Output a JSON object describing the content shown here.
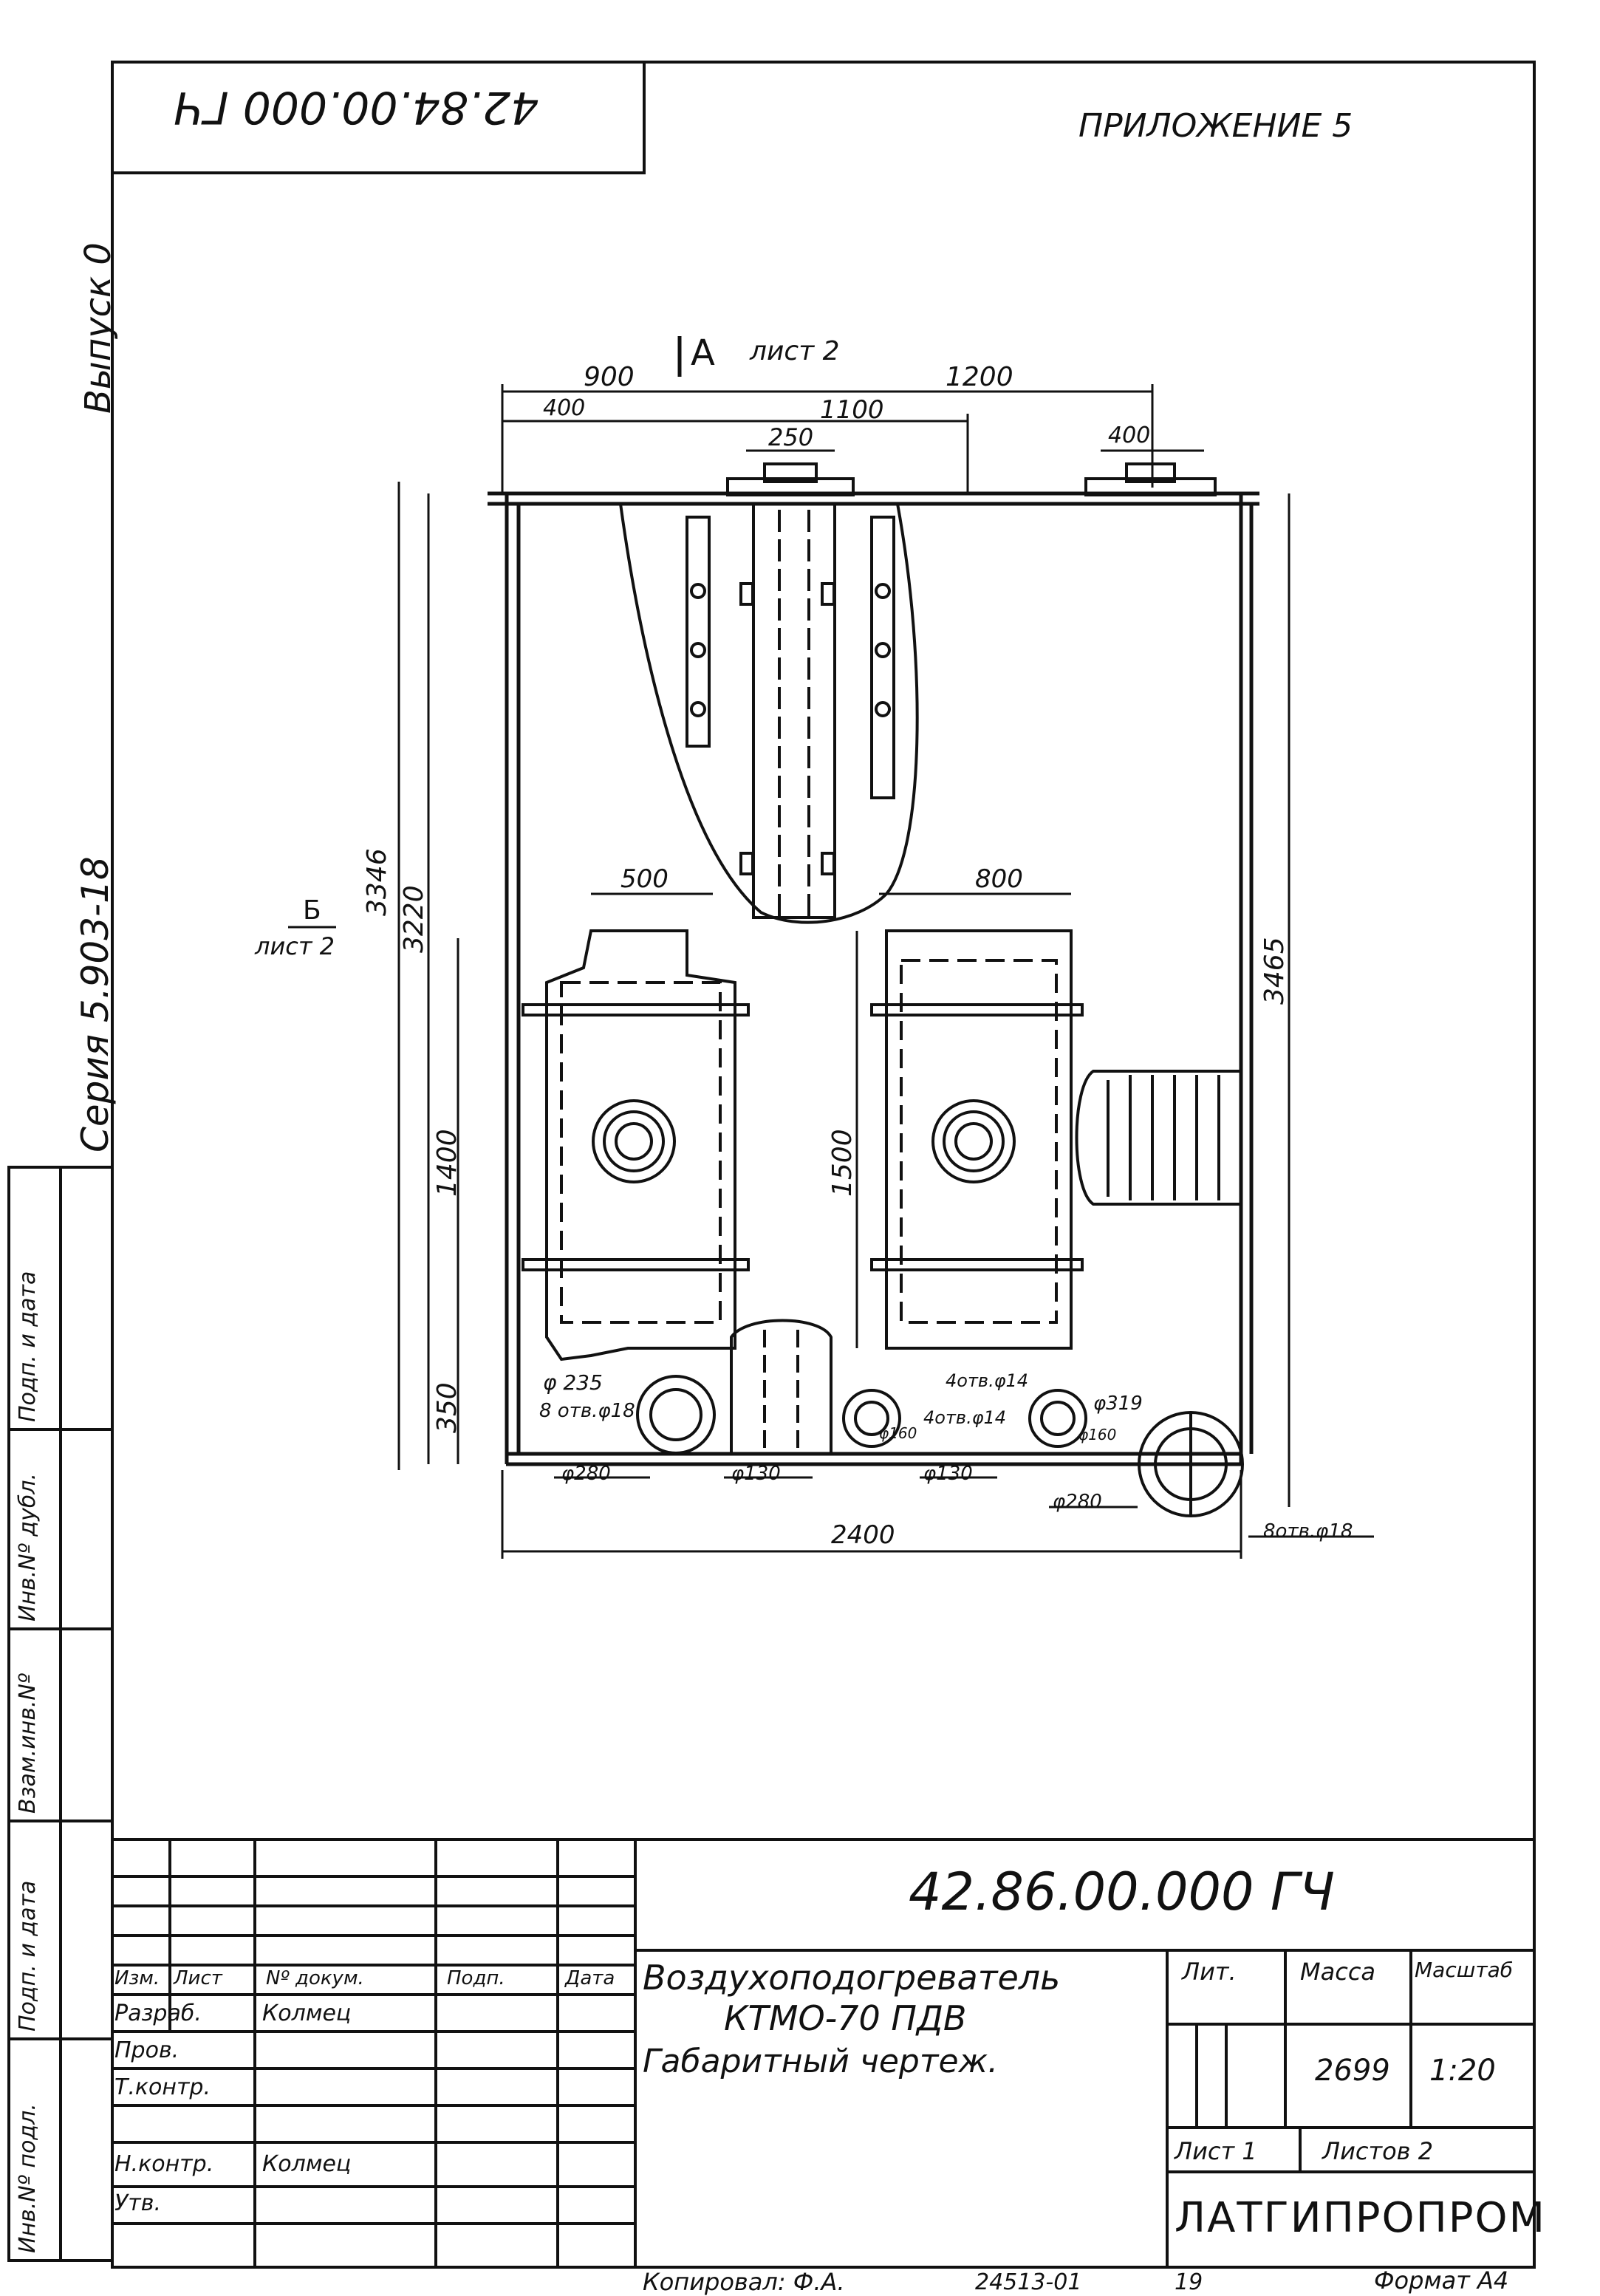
{
  "header": {
    "doc_code_rotated": "42.84.00.000 ГЧ",
    "appendix": "ПРИЛОЖЕНИЕ 5"
  },
  "side": {
    "issue": "Выпуск 0",
    "series": "Серия 5.903-18",
    "stamp_labels": [
      "Инв.Nº подл.",
      "Подп. и дата",
      "Взам.инв.Nº",
      "Инв.Nº дубл.",
      "Подп. и дата"
    ]
  },
  "drawing": {
    "view_a": "A",
    "view_a_sheet": "лист 2",
    "view_b": "Б",
    "view_b_sheet": "лист 2",
    "dims": {
      "d900": "900",
      "d400a": "400",
      "d1100": "1100",
      "d250": "250",
      "d1200": "1200",
      "d400b": "400",
      "d3346": "3346",
      "d3220": "3220",
      "d3465": "3465",
      "d500": "500",
      "d800": "800",
      "d1400": "1400",
      "d1500": "1500",
      "d350": "350",
      "d2400": "2400"
    },
    "callouts": {
      "c235": "φ 235",
      "c8holes18a": "8 отв.φ18",
      "c280a": "φ280",
      "c130a": "φ130",
      "c160a": "φ160",
      "c4holes14a": "4отв.φ14",
      "c4holes14b": "4отв.φ14",
      "c130b": "φ130",
      "c160b": "φ160",
      "c319": "φ319",
      "c280b": "φ280",
      "c8holes18b": "8отв.φ18"
    }
  },
  "title_block": {
    "doc_code": "42.86.00.000 ГЧ",
    "name_line1": "Воздухоподогреватель",
    "name_line2": "КТМО-70 ПДВ",
    "name_line3": "Габаритный чертеж.",
    "col_headers": [
      "Изм.",
      "Лист",
      "Nº докум.",
      "Подп.",
      "Дата"
    ],
    "roles": [
      {
        "role": "Разраб.",
        "name": "Колмец"
      },
      {
        "role": "Пров.",
        "name": ""
      },
      {
        "role": "Т.контр.",
        "name": ""
      },
      {
        "role": "",
        "name": ""
      },
      {
        "role": "Н.контр.",
        "name": "Колмец"
      },
      {
        "role": "Утв.",
        "name": ""
      }
    ],
    "lit_label": "Лит.",
    "mass_label": "Масса",
    "scale_label": "Масштаб",
    "mass_value": "2699",
    "scale_value": "1:20",
    "sheet_label": "Лист 1",
    "sheets_label": "Листов 2",
    "organization": "ЛАТГИПРОПРОМ"
  },
  "footer": {
    "copied": "Копировал: Ф.А.",
    "order": "24513-01",
    "page": "19",
    "format": "Формат А4"
  }
}
